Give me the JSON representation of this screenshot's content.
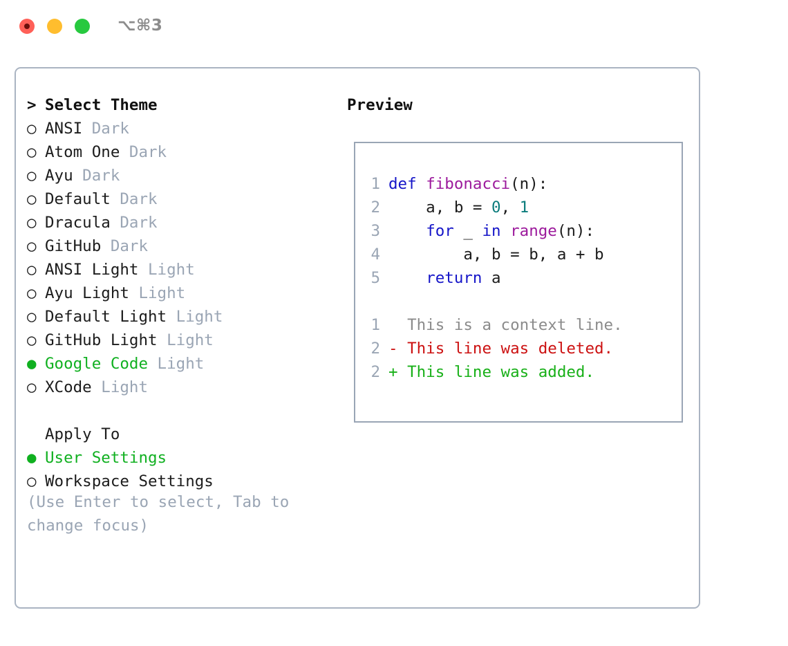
{
  "window": {
    "shortcut_label": "⌥⌘3",
    "traffic_lights": [
      {
        "name": "close",
        "color": "#ff6058",
        "focused": true
      },
      {
        "name": "minimize",
        "color": "#ffbd2e",
        "focused": false
      },
      {
        "name": "zoom",
        "color": "#27c93f",
        "focused": false
      }
    ]
  },
  "accent": {
    "selected_green": "#10b020",
    "muted_gray": "#9aa5b4",
    "border": "#aab4c2"
  },
  "theme_list": {
    "header_marker": ">",
    "header_label": "Select Theme",
    "items": [
      {
        "marker": "○",
        "label": "ANSI",
        "suffix": "Dark",
        "selected": false
      },
      {
        "marker": "○",
        "label": "Atom One",
        "suffix": "Dark",
        "selected": false
      },
      {
        "marker": "○",
        "label": "Ayu",
        "suffix": "Dark",
        "selected": false
      },
      {
        "marker": "○",
        "label": "Default",
        "suffix": "Dark",
        "selected": false
      },
      {
        "marker": "○",
        "label": "Dracula",
        "suffix": "Dark",
        "selected": false
      },
      {
        "marker": "○",
        "label": "GitHub",
        "suffix": "Dark",
        "selected": false
      },
      {
        "marker": "○",
        "label": "ANSI Light",
        "suffix": "Light",
        "selected": false
      },
      {
        "marker": "○",
        "label": "Ayu Light",
        "suffix": "Light",
        "selected": false
      },
      {
        "marker": "○",
        "label": "Default Light",
        "suffix": "Light",
        "selected": false
      },
      {
        "marker": "○",
        "label": "GitHub Light",
        "suffix": "Light",
        "selected": false
      },
      {
        "marker": "●",
        "label": "Google Code",
        "suffix": "Light",
        "selected": true
      },
      {
        "marker": "○",
        "label": "XCode",
        "suffix": "Light",
        "selected": false
      }
    ]
  },
  "apply_to": {
    "header_label": "Apply To",
    "items": [
      {
        "marker": "●",
        "label": "User Settings",
        "selected": true
      },
      {
        "marker": "○",
        "label": "Workspace Settings",
        "selected": false
      }
    ]
  },
  "hint": {
    "line1": "(Use Enter to select, Tab to",
    "line2": "change focus)"
  },
  "preview": {
    "title": "Preview",
    "code_lines": [
      {
        "number": "1",
        "tokens": [
          {
            "text": "def ",
            "type": "kw"
          },
          {
            "text": "fibonacci",
            "type": "fn"
          },
          {
            "text": "(n):",
            "type": "pl"
          }
        ]
      },
      {
        "number": "2",
        "tokens": [
          {
            "text": "    a, b = ",
            "type": "pl"
          },
          {
            "text": "0",
            "type": "num"
          },
          {
            "text": ", ",
            "type": "pl"
          },
          {
            "text": "1",
            "type": "num"
          }
        ]
      },
      {
        "number": "3",
        "tokens": [
          {
            "text": "    ",
            "type": "pl"
          },
          {
            "text": "for",
            "type": "kw"
          },
          {
            "text": " _ ",
            "type": "pl"
          },
          {
            "text": "in",
            "type": "kw"
          },
          {
            "text": " ",
            "type": "pl"
          },
          {
            "text": "range",
            "type": "fn"
          },
          {
            "text": "(n):",
            "type": "pl"
          }
        ]
      },
      {
        "number": "4",
        "tokens": [
          {
            "text": "        a, b = b, a + b",
            "type": "pl"
          }
        ]
      },
      {
        "number": "5",
        "tokens": [
          {
            "text": "    ",
            "type": "pl"
          },
          {
            "text": "return",
            "type": "kw"
          },
          {
            "text": " a",
            "type": "pl"
          }
        ]
      }
    ],
    "diff_lines": [
      {
        "number": "1",
        "sign": " ",
        "text": "This is a context line.",
        "type": "ctx"
      },
      {
        "number": "2",
        "sign": "-",
        "text": "This line was deleted.",
        "type": "del"
      },
      {
        "number": "2",
        "sign": "+",
        "text": "This line was added.",
        "type": "add"
      }
    ],
    "syntax_colors": {
      "keyword": "#1515c8",
      "function": "#9c1a9c",
      "number": "#0b7c7c",
      "plain": "#1c1c1c",
      "gutter": "#9aa5b4",
      "diff_context": "#8b8b8b",
      "diff_deleted": "#cc1111",
      "diff_added": "#18b018"
    }
  }
}
